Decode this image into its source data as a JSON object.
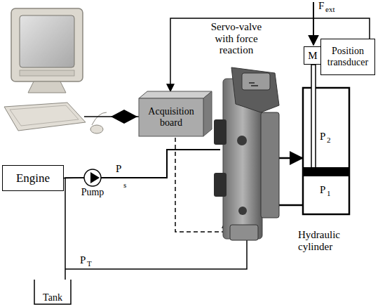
{
  "diagram": {
    "nodes": [
      {
        "text": [
          "Engine"
        ]
      },
      {
        "text": [
          "Pump"
        ]
      },
      {
        "text": [
          "Acquisition board"
        ]
      },
      {
        "text": [
          "M"
        ]
      },
      {
        "text": [
          "Position transducer"
        ]
      },
      {
        "text": [
          "Tank"
        ]
      }
    ],
    "edges": [
      {
        "from": 0,
        "to": 1,
        "arrow": "none"
      },
      {
        "from": 5,
        "to": 1,
        "arrow": "none"
      },
      {
        "from": 4,
        "to": 2,
        "arrow": "to"
      }
    ],
    "labels": [
      "Servo-valve with force reaction",
      "F",
      "ext",
      "P",
      "s",
      "P",
      "2",
      "P",
      "1",
      "P",
      "T",
      "Hydraulic cylinder"
    ]
  }
}
